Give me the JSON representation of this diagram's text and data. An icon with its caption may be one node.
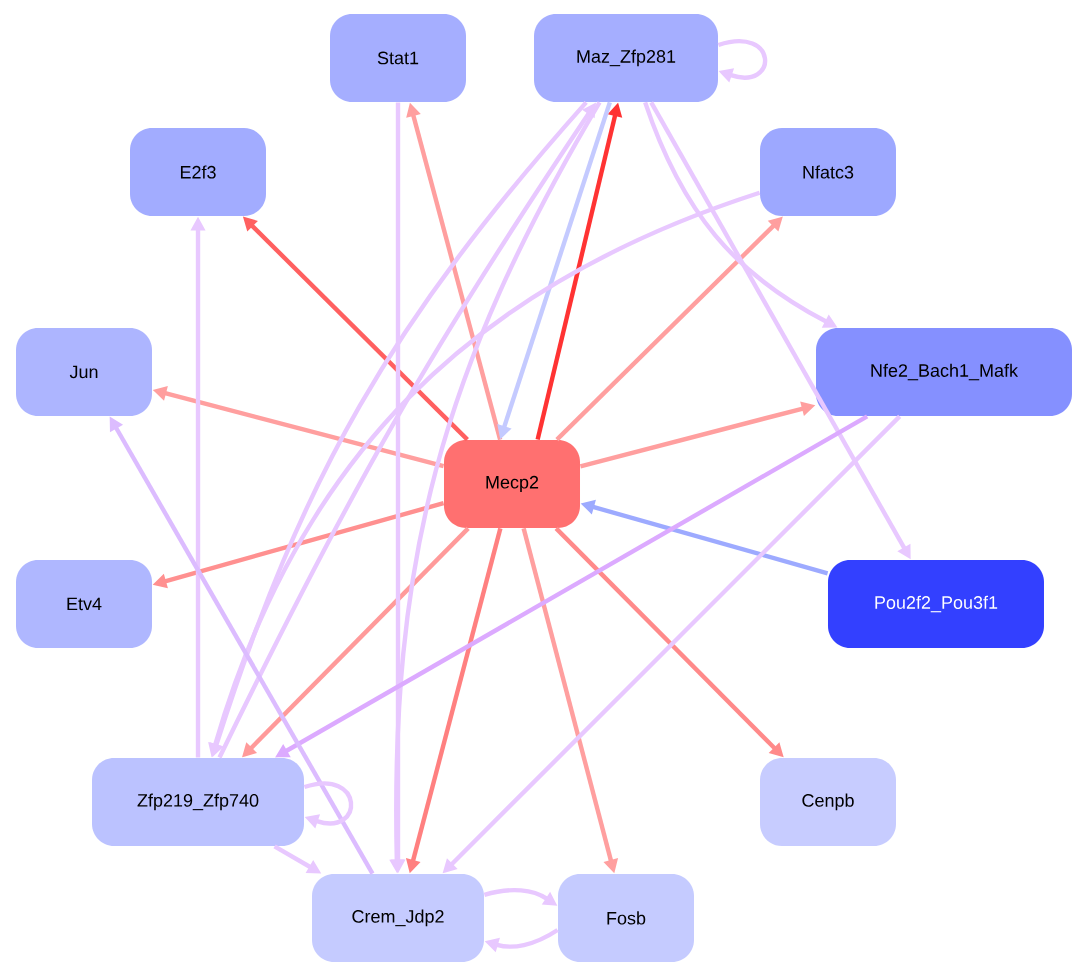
{
  "diagram": {
    "nodes": [
      {
        "text": [
          "Mecp2"
        ]
      },
      {
        "text": [
          "Stat1"
        ]
      },
      {
        "text": [
          "Maz_Zfp281"
        ]
      },
      {
        "text": [
          "E2f3"
        ]
      },
      {
        "text": [
          "Nfatc3"
        ]
      },
      {
        "text": [
          "Jun"
        ]
      },
      {
        "text": [
          "Nfe2_Bach1_Mafk"
        ]
      },
      {
        "text": [
          "Etv4"
        ]
      },
      {
        "text": [
          "Pou2f2_Pou3f1"
        ]
      },
      {
        "text": [
          "Zfp219_Zfp740"
        ]
      },
      {
        "text": [
          "Cenpb"
        ]
      },
      {
        "text": [
          "Crem_Jdp2"
        ]
      },
      {
        "text": [
          "Fosb"
        ]
      }
    ],
    "edges": [
      {
        "from": 0,
        "to": 1,
        "arrow": "to",
        "color": "#ff9f9f"
      },
      {
        "from": 0,
        "to": 2,
        "arrow": "to",
        "color": "#ff3333"
      },
      {
        "from": 2,
        "to": 0,
        "arrow": "to",
        "color": "#c4caff"
      },
      {
        "from": 0,
        "to": 3,
        "arrow": "to",
        "color": "#ff6060"
      },
      {
        "from": 0,
        "to": 4,
        "arrow": "to",
        "color": "#ff9f9f"
      },
      {
        "from": 0,
        "to": 5,
        "arrow": "to",
        "color": "#ff9f9f"
      },
      {
        "from": 0,
        "to": 6,
        "arrow": "to",
        "color": "#ff9f9f"
      },
      {
        "from": 0,
        "to": 7,
        "arrow": "to",
        "color": "#ff9090"
      },
      {
        "from": 8,
        "to": 0,
        "arrow": "to",
        "color": "#9daaff"
      },
      {
        "from": 0,
        "to": 9,
        "arrow": "to",
        "color": "#ff9a9a"
      },
      {
        "from": 0,
        "to": 11,
        "arrow": "to",
        "color": "#ff8080"
      },
      {
        "from": 0,
        "to": 12,
        "arrow": "to",
        "color": "#ff9f9f"
      },
      {
        "from": 0,
        "to": 10,
        "arrow": "to",
        "color": "#ff8a8a"
      },
      {
        "from": 2,
        "to": 2,
        "arrow": "to"
      },
      {
        "from": 2,
        "to": 6,
        "arrow": "to"
      },
      {
        "from": 2,
        "to": 8,
        "arrow": "to"
      },
      {
        "from": 2,
        "to": 9,
        "arrow": "to"
      },
      {
        "from": 9,
        "to": 2,
        "arrow": "to"
      },
      {
        "from": 2,
        "to": 11,
        "arrow": "to"
      },
      {
        "from": 1,
        "to": 11,
        "arrow": "to"
      },
      {
        "from": 4,
        "to": 9,
        "arrow": "to"
      },
      {
        "from": 6,
        "to": 9,
        "arrow": "to",
        "color": "#dcaaff"
      },
      {
        "from": 6,
        "to": 11,
        "arrow": "to"
      },
      {
        "from": 9,
        "to": 3,
        "arrow": "to"
      },
      {
        "from": 11,
        "to": 5,
        "arrow": "to",
        "color": "#dcbcff"
      },
      {
        "from": 9,
        "to": 9,
        "arrow": "to"
      },
      {
        "from": 9,
        "to": 11,
        "arrow": "to"
      },
      {
        "from": 11,
        "to": 12,
        "arrow": "to"
      },
      {
        "from": 12,
        "to": 11,
        "arrow": "to"
      }
    ]
  }
}
